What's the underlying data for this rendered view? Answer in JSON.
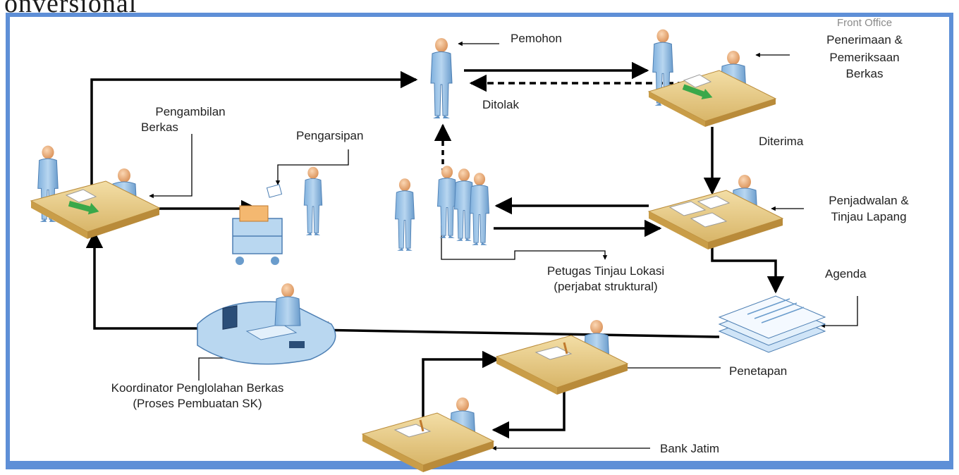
{
  "heading_fragment": "onversional",
  "labels": {
    "pemohon": "Pemohon",
    "front_office": "Front Office",
    "penerimaan": "Penerimaan &",
    "pemeriksaan": "Pemeriksaan",
    "berkas": "Berkas",
    "ditolak": "Ditolak",
    "diterima": "Diterima",
    "pengambilan": "Pengambilan",
    "pengambilan_berkas": "Berkas",
    "pengarsipan": "Pengarsipan",
    "penjadwalan": "Penjadwalan &",
    "tinjau_lapang": "Tinjau Lapang",
    "petugas": "Petugas Tinjau Lokasi",
    "perjabat": "(perjabat struktural)",
    "agenda": "Agenda",
    "penetapan": "Penetapan",
    "koordinator": "Koordinator Penglolahan Berkas",
    "proses_sk": "(Proses Pembuatan SK)",
    "bank_jatim": "Bank Jatim"
  },
  "colors": {
    "frame": "#5e8fd7",
    "person": "#9dc3e6",
    "person_dark": "#5b8fc4",
    "head": "#f0b383",
    "desk": "#e9cf8c",
    "desk_dark": "#b98b3a",
    "arrow_green": "#3aa84a",
    "line": "#000000"
  },
  "icons": [
    "person-icon",
    "desk-icon",
    "archive-cart-icon",
    "workstation-icon",
    "document-stack-icon"
  ]
}
